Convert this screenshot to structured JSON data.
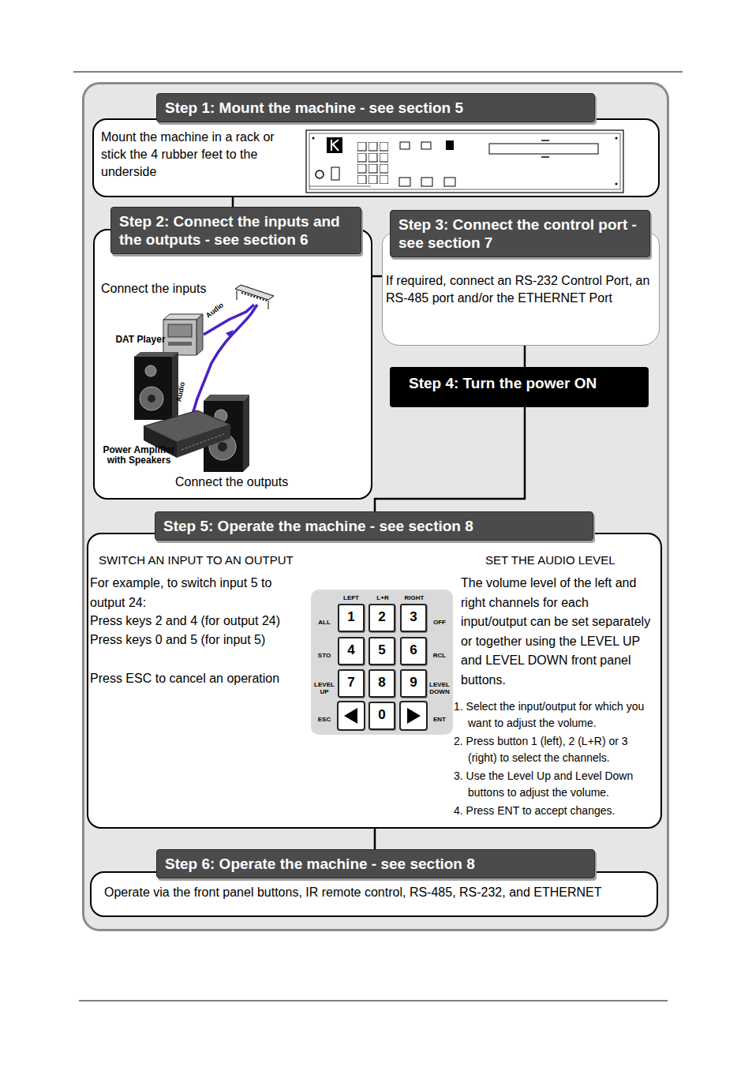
{
  "diagram": {
    "nodes": [
      {
        "text": [
          "Step 1: Mount the machine - see section 5",
          "Mount the machine in a rack or stick the 4 rubber feet to the underside"
        ]
      },
      {
        "text": [
          "Step 2: Connect the inputs and the outputs - see section 6",
          "Connect the inputs",
          "Connect the outputs"
        ]
      },
      {
        "text": [
          "Step 3: Connect the control port - see section 7",
          "If required, connect an RS-232 Control Port, an RS-485 port and/or the ETHERNET Port"
        ]
      },
      {
        "text": [
          "Step 4: Turn the power ON"
        ]
      },
      {
        "text": [
          "Step 5: Operate the machine - see section 8",
          "SWITCH AN INPUT TO AN OUTPUT",
          "For example, to switch input 5 to output 24:",
          "Press keys 2 and 4 (for output 24)",
          "Press keys 0 and 5 (for input 5)",
          "Press ESC to cancel an operation",
          "SET THE AUDIO LEVEL",
          "The volume level of the left and right channels for each input/output can be set separately or together using the LEVEL UP and LEVEL DOWN front panel buttons.",
          "1. Select the input/output for which you want to adjust the volume.",
          "2. Press button 1 (left), 2 (L+R) or 3 (right) to select the channels.",
          "3. Use the Level Up and Level Down buttons to adjust the volume.",
          "4. Press ENT to accept changes."
        ]
      },
      {
        "text": [
          "LEFT",
          "L+R",
          "RIGHT",
          "ALL",
          "OFF",
          "STO",
          "RCL",
          "LEVEL UP",
          "LEVEL DOWN",
          "ESC",
          "ENT"
        ],
        "in": 4
      },
      {
        "text": [
          "1"
        ],
        "in": 5
      },
      {
        "text": [
          "2"
        ],
        "in": 5
      },
      {
        "text": [
          "3"
        ],
        "in": 5
      },
      {
        "text": [
          "4"
        ],
        "in": 5
      },
      {
        "text": [
          "5"
        ],
        "in": 5
      },
      {
        "text": [
          "6"
        ],
        "in": 5
      },
      {
        "text": [
          "7"
        ],
        "in": 5
      },
      {
        "text": [
          "8"
        ],
        "in": 5
      },
      {
        "text": [
          "9"
        ],
        "in": 5
      },
      {
        "text": [
          "0"
        ],
        "in": 5
      },
      {
        "text": [
          "Step 6: Operate the machine - see section 8",
          "Operate via the front panel buttons, IR remote control, RS-485, RS-232, and ETHERNET"
        ]
      }
    ],
    "edges": [
      {
        "from": 0,
        "to": 1,
        "arrow": "none"
      },
      {
        "from": 1,
        "to": 2,
        "arrow": "none"
      },
      {
        "from": 2,
        "to": 3,
        "arrow": "none"
      },
      {
        "from": 3,
        "to": 4,
        "arrow": "none"
      },
      {
        "from": 4,
        "to": 16,
        "arrow": "none"
      }
    ],
    "labels": [
      "DAT Player",
      "Audio",
      "Audio",
      "Power Amplifier with Speakers"
    ]
  }
}
